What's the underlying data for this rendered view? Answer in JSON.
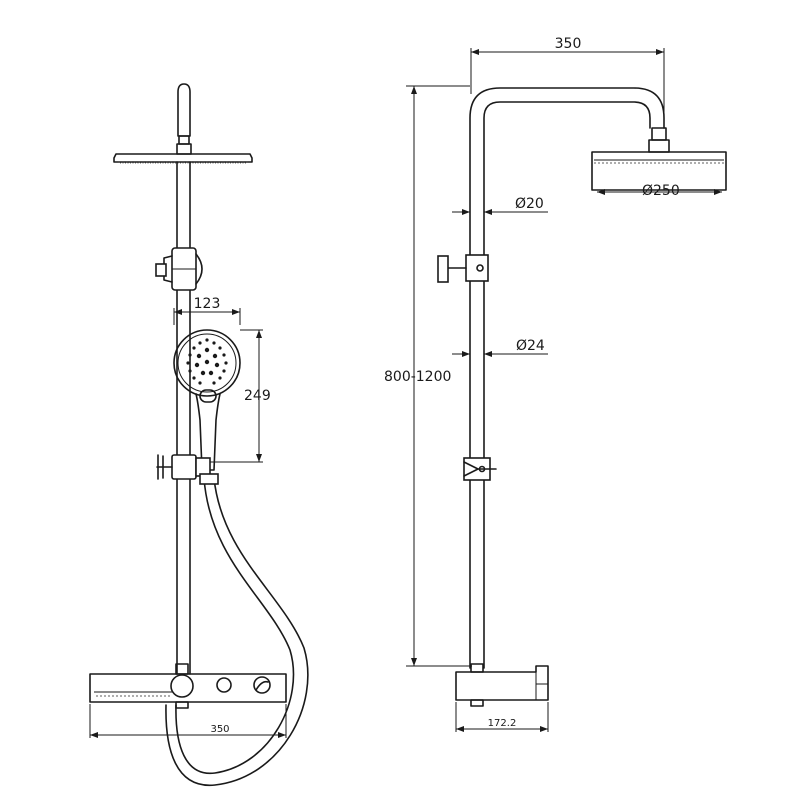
{
  "front_view": {
    "hand_shower_width": "123",
    "hand_shower_height": "249",
    "thermostat_width": "350"
  },
  "side_view": {
    "arm_reach": "350",
    "riser_upper_diameter": "Ø20",
    "riser_lower_diameter": "Ø24",
    "head_diameter": "Ø250",
    "total_height": "800-1200",
    "thermostat_depth": "172.2"
  },
  "colors": {
    "line": "#1a1a1a",
    "background": "#ffffff"
  }
}
